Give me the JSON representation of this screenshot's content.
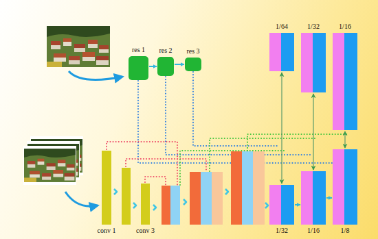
{
  "diagram": {
    "nodes": [
      {
        "text": [
          "res 1"
        ]
      },
      {
        "text": [
          "res 2"
        ]
      },
      {
        "text": [
          "res 3"
        ]
      },
      {
        "text": [
          "1/64"
        ]
      },
      {
        "text": [
          "1/32"
        ]
      },
      {
        "text": [
          "1/16"
        ]
      },
      {
        "text": [
          "conv 1"
        ]
      },
      {
        "text": [
          "conv 3"
        ]
      },
      {
        "text": [
          "1/32"
        ]
      },
      {
        "text": [
          "1/16"
        ]
      },
      {
        "text": [
          "1/8"
        ]
      }
    ],
    "edges": [
      {
        "from": 0,
        "to": 1,
        "arrow": "to"
      },
      {
        "from": 1,
        "to": 2,
        "arrow": "to"
      },
      {
        "from": 8,
        "to": 9,
        "arrow": "to"
      },
      {
        "from": 9,
        "to": 10,
        "arrow": "to"
      },
      {
        "from": 3,
        "to": 8,
        "arrow": "both"
      },
      {
        "from": 4,
        "to": 9,
        "arrow": "both"
      },
      {
        "from": 5,
        "to": 10,
        "arrow": "both"
      }
    ]
  }
}
